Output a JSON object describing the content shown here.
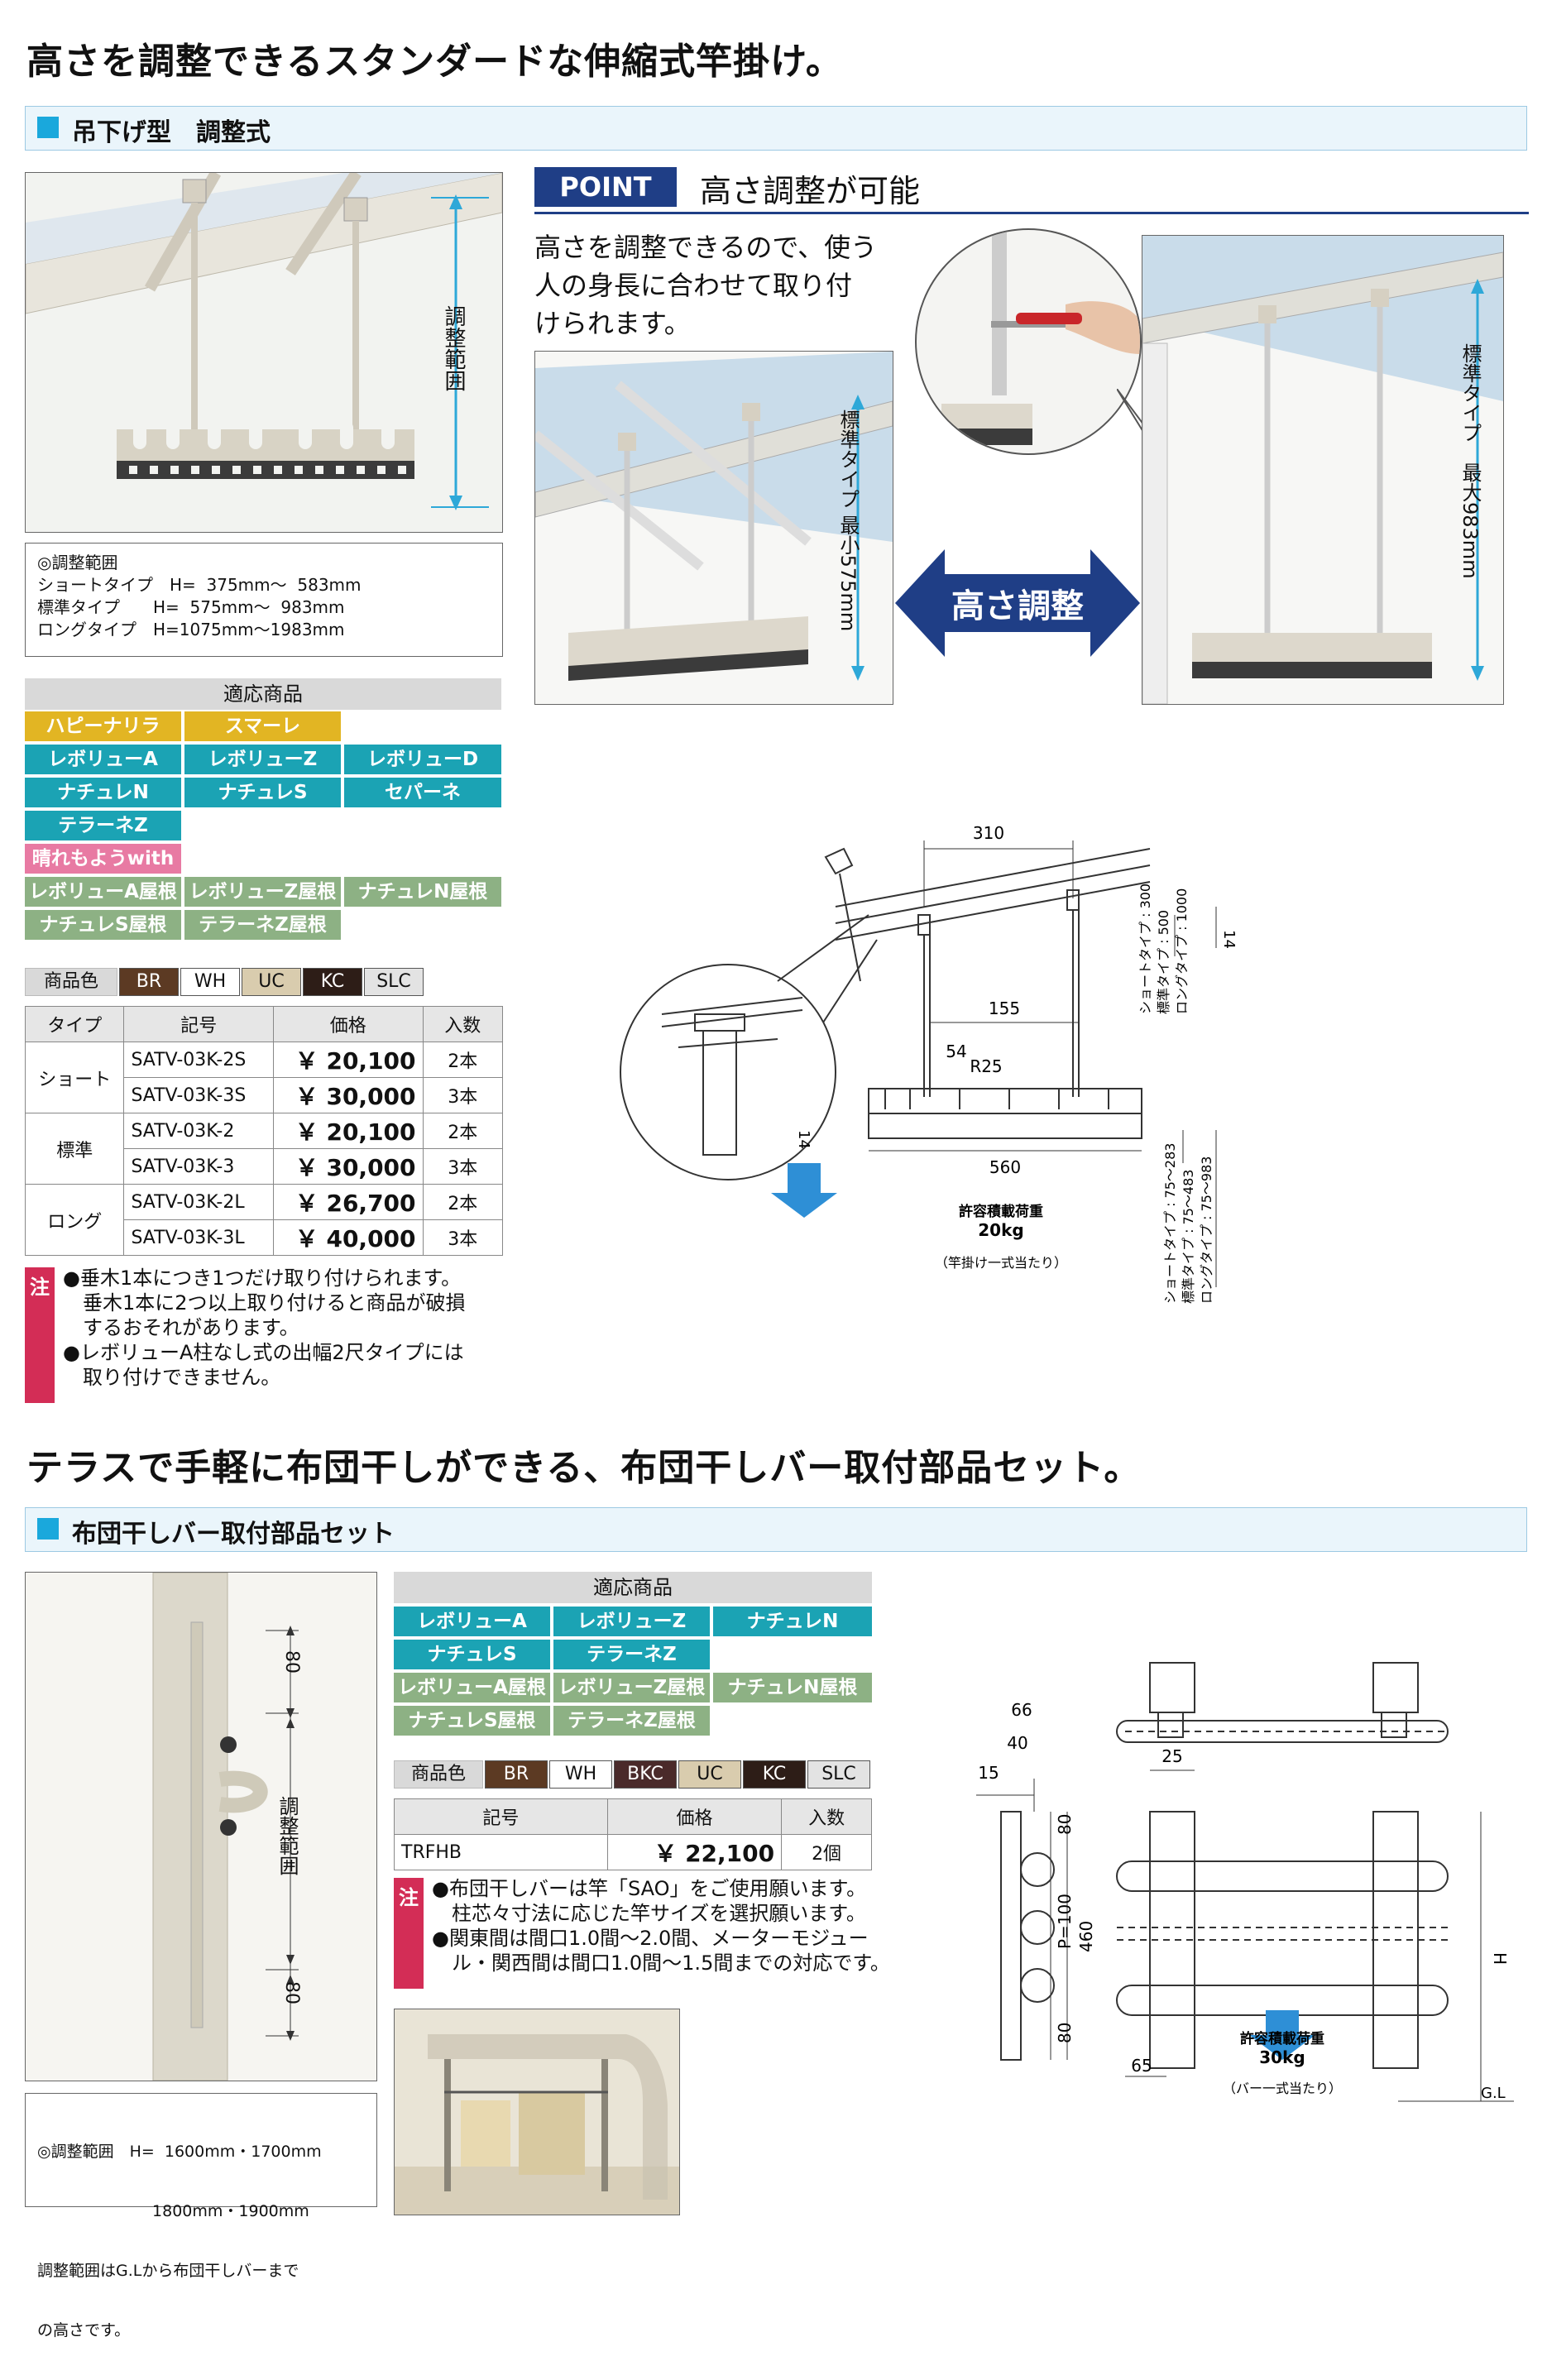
{
  "section1": {
    "headline": "高さを調整できるスタンダードな伸縮式竿掛け。",
    "bar_title": "吊下げ型　調整式",
    "photo_label": "調整範囲",
    "range": {
      "title": "◎調整範囲",
      "rows": [
        "ショートタイプ　H=  375mm〜  583mm",
        "標準タイプ　　H=  575mm〜  983mm",
        "ロングタイプ　H=1075mm〜1983mm"
      ]
    },
    "products_header": "適応商品",
    "products": {
      "yellow": [
        "ハピーナリラ",
        "スマーレ"
      ],
      "teal": [
        "レボリューA",
        "レボリューZ",
        "レボリューD",
        "ナチュレN",
        "ナチュレS",
        "セパーネ",
        "テラーネZ"
      ],
      "pink": [
        "晴れもようwith"
      ],
      "green": [
        "レボリューA屋根",
        "レボリューZ屋根",
        "ナチュレN屋根",
        "ナチュレS屋根",
        "テラーネZ屋根"
      ]
    },
    "colors_label": "商品色",
    "colors": [
      "BR",
      "WH",
      "UC",
      "KC",
      "SLC"
    ],
    "table": {
      "headers": [
        "タイプ",
        "記号",
        "価格",
        "入数"
      ],
      "groups": [
        {
          "type": "ショート",
          "rows": [
            [
              "SATV-03K-2S",
              "￥ 20,100",
              "2本"
            ],
            [
              "SATV-03K-3S",
              "￥ 30,000",
              "3本"
            ]
          ]
        },
        {
          "type": "標準",
          "rows": [
            [
              "SATV-03K-2",
              "￥ 20,100",
              "2本"
            ],
            [
              "SATV-03K-3",
              "￥ 30,000",
              "3本"
            ]
          ]
        },
        {
          "type": "ロング",
          "rows": [
            [
              "SATV-03K-2L",
              "￥ 26,700",
              "2本"
            ],
            [
              "SATV-03K-3L",
              "￥ 40,000",
              "3本"
            ]
          ]
        }
      ]
    },
    "note_mark": "注",
    "notes": [
      "●垂木1本につき1つだけ取り付けられます。",
      "　垂木1本に2つ以上取り付けると商品が破損",
      "　するおそれがあります。",
      "●レボリューA柱なし式の出幅2尺タイプには",
      "　取り付けできません。"
    ],
    "point_badge": "POINT",
    "point_title": "高さ調整が可能",
    "point_text": [
      "高さを調整できるので、使う",
      "人の身長に合わせて取り付",
      "けられます。"
    ],
    "min_label": "標準タイプ 最小575mm",
    "max_label": "標準タイプ　最大983mm",
    "arrow_label": "高さ調整",
    "diagram": {
      "dim_310": "310",
      "dim_155": "155",
      "dim_54": "54",
      "dim_r25": "R25",
      "dim_560": "560",
      "dim_14a": "14",
      "dim_14b": "14",
      "top_types": [
        "ショートタイプ : 300",
        "標準タイプ : 500",
        "ロングタイプ : 1000"
      ],
      "bottom_types": [
        "ショートタイプ : 75〜283",
        "標準タイプ : 75〜483",
        "ロングタイプ : 75〜983"
      ],
      "load_label": "許容積載荷重",
      "load_value": "20kg",
      "load_note": "（竿掛け一式当たり）"
    }
  },
  "section2": {
    "headline": "テラスで手軽に布団干しができる、布団干しバー取付部品セット。",
    "bar_title": "布団干しバー取付部品セット",
    "photo_dim_80a": "80",
    "photo_dim_80b": "80",
    "photo_label": "調整範囲",
    "range_lines": [
      "◎調整範囲　H=  1600mm・1700mm",
      "　　　　　　　 1800mm・1900mm"
    ],
    "range_note": [
      "調整範囲はG.Lから布団干しバーまで",
      "の高さです。"
    ],
    "products_header": "適応商品",
    "products": {
      "teal": [
        "レボリューA",
        "レボリューZ",
        "ナチュレN",
        "ナチュレS",
        "テラーネZ"
      ],
      "green": [
        "レボリューA屋根",
        "レボリューZ屋根",
        "ナチュレN屋根",
        "ナチュレS屋根",
        "テラーネZ屋根"
      ]
    },
    "colors_label": "商品色",
    "colors": [
      "BR",
      "WH",
      "BKC",
      "UC",
      "KC",
      "SLC"
    ],
    "table": {
      "headers": [
        "記号",
        "価格",
        "入数"
      ],
      "row": [
        "TRFHB",
        "￥ 22,100",
        "2個"
      ]
    },
    "note_mark": "注",
    "notes": [
      "●布団干しバーは竿「SAO」をご使用願います。",
      "　柱芯々寸法に応じた竿サイズを選択願います。",
      "●関東間は間口1.0間〜2.0間、メーターモジュー",
      "　ル・関西間は間口1.0間〜1.5間までの対応です。"
    ],
    "diagram": {
      "dim_66": "66",
      "dim_40": "40",
      "dim_15": "15",
      "dim_80a": "80",
      "dim_p100": "P=100",
      "dim_460": "460",
      "dim_80b": "80",
      "dim_25": "25",
      "dim_65": "65",
      "dim_h": "H",
      "gl": "G.L",
      "load_label": "許容積載荷重",
      "load_value": "30kg",
      "load_note": "（バー一式当たり）"
    }
  }
}
